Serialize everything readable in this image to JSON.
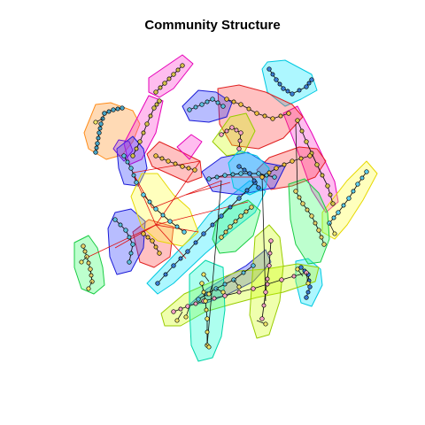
{
  "title": "Community Structure",
  "legend": null,
  "communities": [
    {
      "id": "c1",
      "fill": "#ff8c1a",
      "stroke": "#ff8c1a",
      "node_color": "#4aa6c8"
    },
    {
      "id": "c2",
      "fill": "#ff33cc",
      "stroke": "#e600b8",
      "node_color": "#d4c34a"
    },
    {
      "id": "c3",
      "fill": "#00e5ff",
      "stroke": "#00c8e0",
      "node_color": "#3a7ed6"
    },
    {
      "id": "c4",
      "fill": "#ff3d3d",
      "stroke": "#e02020",
      "node_color": "#f0c040"
    },
    {
      "id": "c5",
      "fill": "#2233ff",
      "stroke": "#1a1ad6",
      "node_color": "#5bc0de"
    },
    {
      "id": "c6",
      "fill": "#ccff00",
      "stroke": "#99cc00",
      "node_color": "#f7a3c8"
    },
    {
      "id": "c7",
      "fill": "#ffff33",
      "stroke": "#e6d800",
      "node_color": "#5fd0f0"
    },
    {
      "id": "c8",
      "fill": "#33ff66",
      "stroke": "#1acc44",
      "node_color": "#e8d26b"
    },
    {
      "id": "c9",
      "fill": "#8833ff",
      "stroke": "#6a1ad6",
      "node_color": "#f5f08a"
    },
    {
      "id": "c10",
      "fill": "#00ffcc",
      "stroke": "#00d6a8",
      "node_color": "#f3e86a"
    }
  ]
}
